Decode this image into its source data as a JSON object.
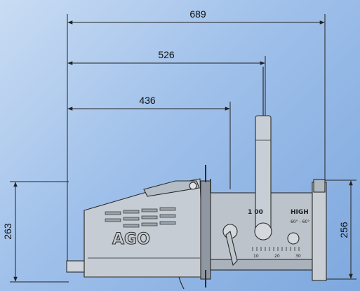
{
  "drawing": {
    "dimensions": {
      "overall_length": "689",
      "to_lever": "526",
      "to_front": "436",
      "height_left": "263",
      "height_right": "256"
    },
    "brand": "AGO",
    "label_large": "1 00",
    "label_high": "HIGH",
    "label_angle": "60° - 60°",
    "scale_ticks": [
      "10",
      "20",
      "30"
    ]
  }
}
